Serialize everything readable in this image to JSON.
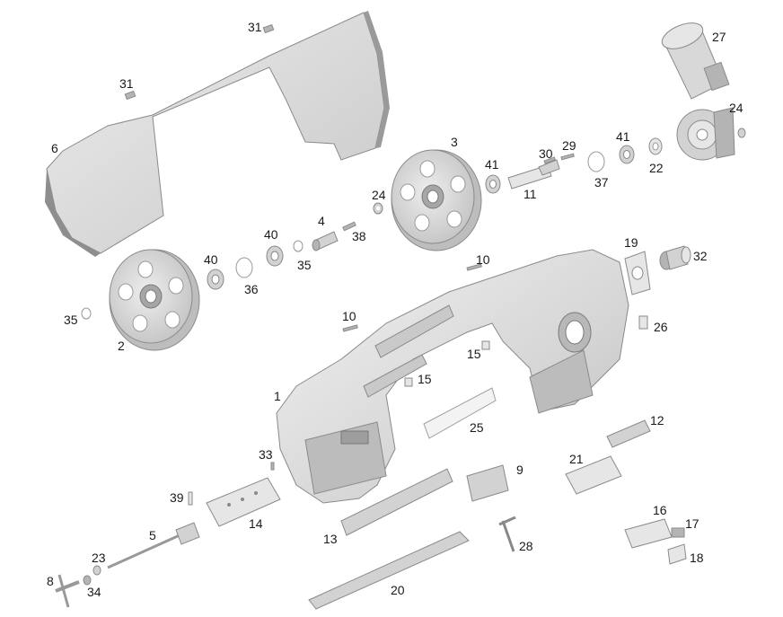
{
  "callouts": {
    "c1": "1",
    "c2": "2",
    "c3": "3",
    "c4": "4",
    "c5": "5",
    "c6": "6",
    "c8": "8",
    "c9": "9",
    "c10a": "10",
    "c10b": "10",
    "c11": "11",
    "c12": "12",
    "c13": "13",
    "c14": "14",
    "c15a": "15",
    "c15b": "15",
    "c16": "16",
    "c17": "17",
    "c18": "18",
    "c19": "19",
    "c20": "20",
    "c21": "21",
    "c22": "22",
    "c23": "23",
    "c24a": "24",
    "c24b": "24",
    "c25": "25",
    "c26": "26",
    "c27": "27",
    "c28": "28",
    "c29": "29",
    "c30": "30",
    "c31a": "31",
    "c31b": "31",
    "c32": "32",
    "c33": "33",
    "c34": "34",
    "c35a": "35",
    "c35b": "35",
    "c36": "36",
    "c37": "37",
    "c38": "38",
    "c39": "39",
    "c40a": "40",
    "c40b": "40",
    "c41a": "41",
    "c41b": "41"
  }
}
